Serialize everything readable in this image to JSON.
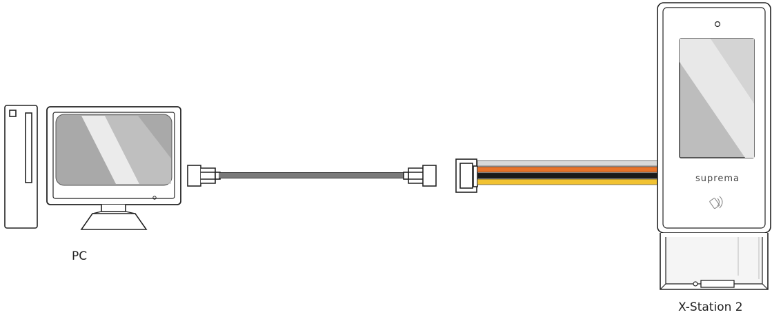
{
  "pc": {
    "label": "PC"
  },
  "device": {
    "label": "X-Station 2",
    "brand": "suprema"
  },
  "wires": {
    "colors": [
      "#d9d9d9",
      "#e8742a",
      "#1a1a1a",
      "#f1c232"
    ]
  },
  "cable": {
    "color": "#7a7a7a"
  }
}
